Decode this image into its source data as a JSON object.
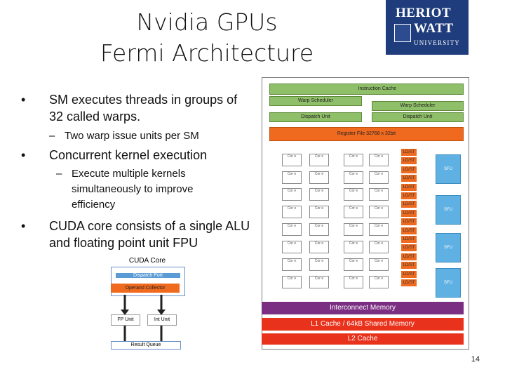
{
  "title": {
    "line1": "Nvidia GPUs",
    "line2": "Fermi Architecture"
  },
  "logo": {
    "line1": "HERIOT",
    "line2": "WATT",
    "line3": "UNIVERSITY"
  },
  "bullets": [
    {
      "marker": "•",
      "text": "SM executes threads in groups of 32 called warps."
    },
    {
      "marker": "•",
      "text": "Concurrent kernel execution"
    },
    {
      "marker": "•",
      "text": "CUDA core consists of a single ALU and floating point unit FPU"
    }
  ],
  "subbullets": [
    {
      "marker": "–",
      "text": "Two warp issue units per SM"
    },
    {
      "marker": "–",
      "text": "Execute multiple kernels simultaneously to improve efficiency"
    }
  ],
  "cuda_core": {
    "title": "CUDA Core",
    "dispatch_port": "Dispatch Port",
    "operand_collector": "Operand Collector",
    "fp_unit": "FP Unit",
    "int_unit": "Int Unit",
    "result_queue": "Result Queue"
  },
  "sm": {
    "instruction_cache": "Instruction Cache",
    "warp_scheduler_1": "Warp Scheduler",
    "warp_scheduler_2": "Warp Scheduler",
    "dispatch_unit_1": "Dispatch Unit",
    "dispatch_unit_2": "Dispatch Unit",
    "register_file": "Register File 32768 x 32bit",
    "core_label": "Cor e",
    "ldst_label": "LD/ST",
    "sfu_label": "SFU",
    "interconnect": "Interconnect Memory",
    "l1": "L1 Cache / 64kB Shared Memory",
    "l2": "L2 Cache"
  },
  "colors": {
    "green": "#8fbf68",
    "orange": "#ef6a1f",
    "blue": "#5fb1e4",
    "purple": "#7a2f82",
    "red": "#e8321c",
    "logo": "#1f3d7c"
  },
  "page_number": "14"
}
